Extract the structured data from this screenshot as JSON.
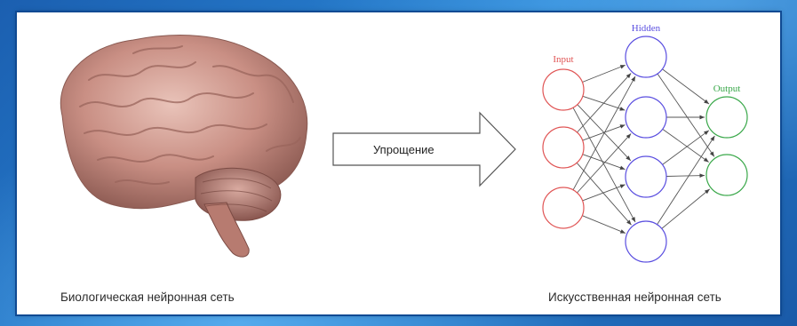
{
  "captions": {
    "left": "Биологическая нейронная сеть",
    "right": "Искусственная нейронная сеть"
  },
  "arrow": {
    "label": "Упрощение"
  },
  "network": {
    "layers": [
      {
        "label": "Input",
        "color": "#e05555",
        "nodes": 3
      },
      {
        "label": "Hidden",
        "color": "#5a4ee0",
        "nodes": 4
      },
      {
        "label": "Output",
        "color": "#3aa84a",
        "nodes": 2
      }
    ]
  },
  "colors": {
    "frame": "#1f74c4",
    "panel": "#ffffff",
    "brain": "#c98f84"
  }
}
